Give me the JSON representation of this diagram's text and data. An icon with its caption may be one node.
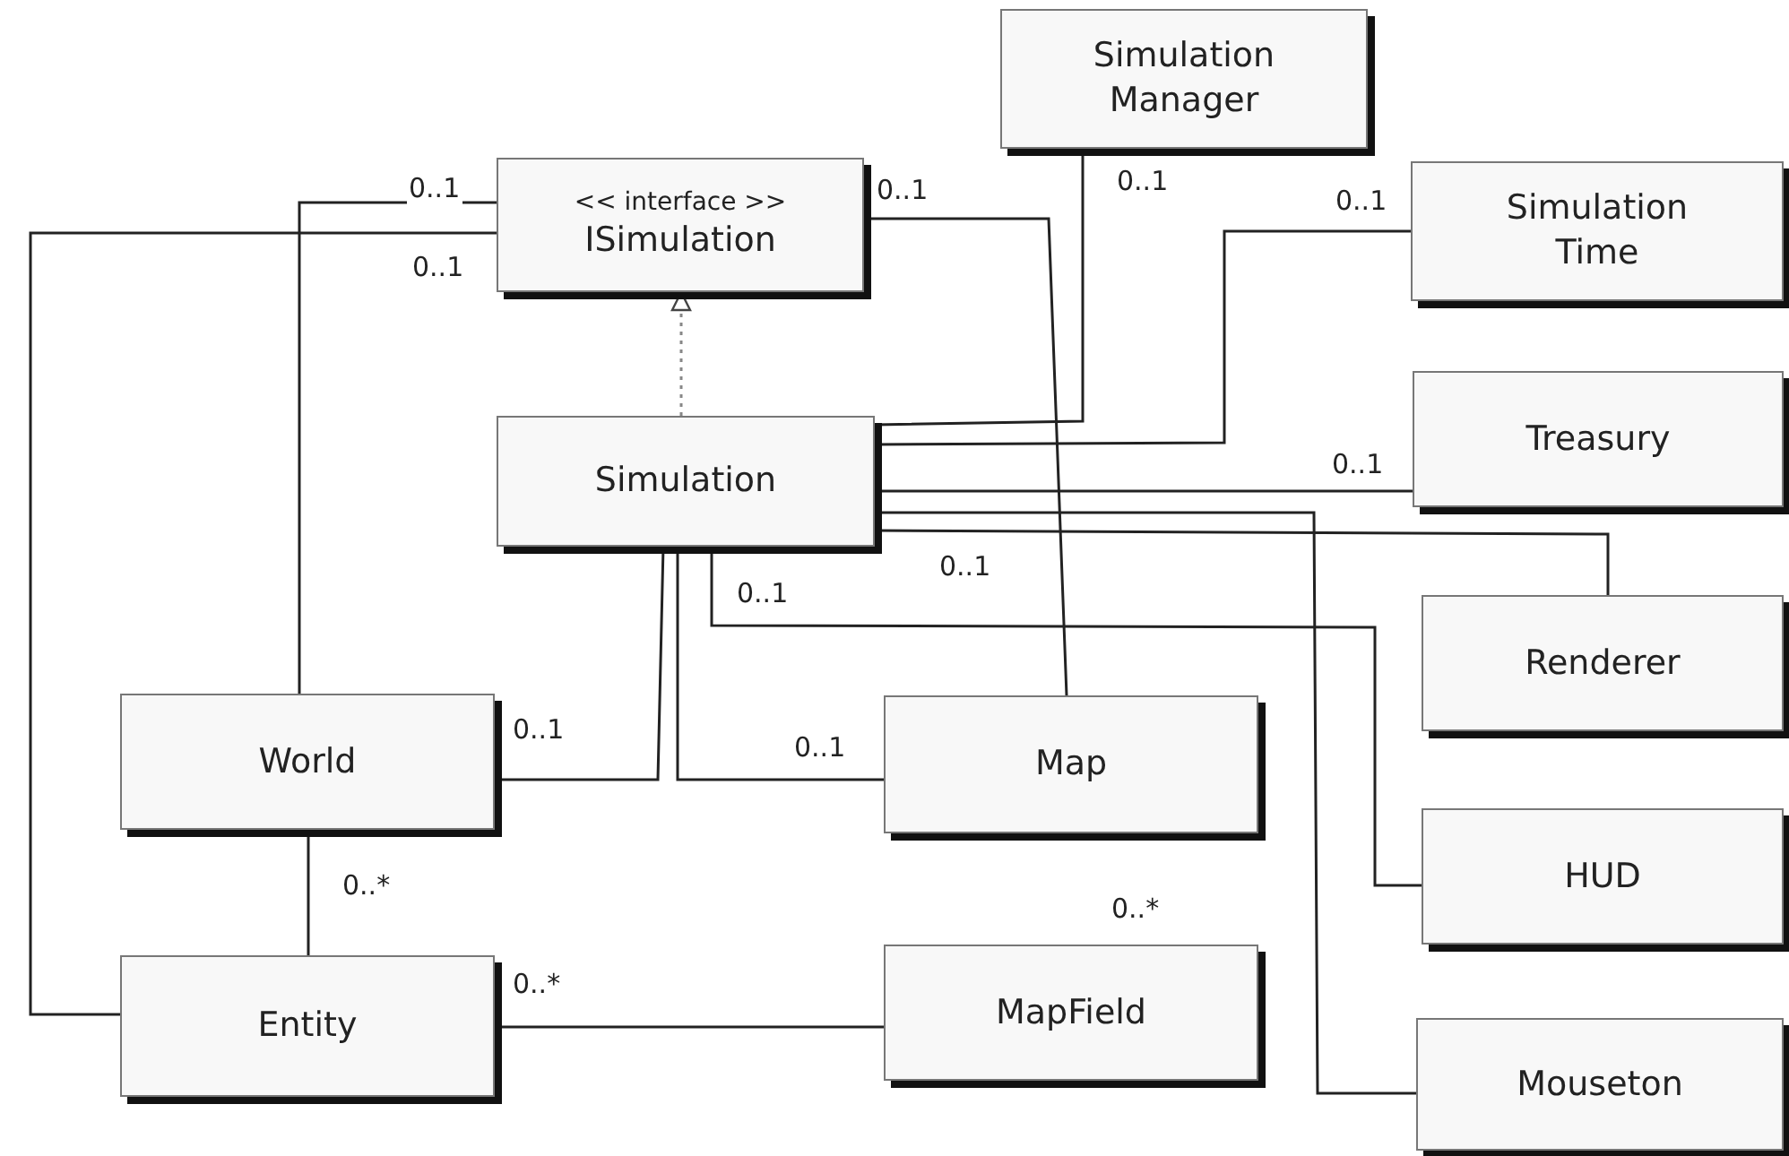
{
  "diagram": {
    "nodes": [
      {
        "text": [
          "<< interface >>",
          "ISimulation"
        ]
      },
      {
        "text": [
          "Simulation Manager"
        ]
      },
      {
        "text": [
          "Simulation Time"
        ]
      },
      {
        "text": [
          "Simulation"
        ]
      },
      {
        "text": [
          "Treasury"
        ]
      },
      {
        "text": [
          "Renderer"
        ]
      },
      {
        "text": [
          "World"
        ]
      },
      {
        "text": [
          "Map"
        ]
      },
      {
        "text": [
          "HUD"
        ]
      },
      {
        "text": [
          "Entity"
        ]
      },
      {
        "text": [
          "MapField"
        ]
      },
      {
        "text": [
          "Mouseton"
        ]
      }
    ],
    "edges": [
      {
        "from": 0,
        "to": 6,
        "arrow": "none",
        "label": "0..1"
      },
      {
        "from": 0,
        "to": 9,
        "arrow": "none",
        "label": "0..1"
      },
      {
        "from": 0,
        "to": 7,
        "arrow": "none",
        "label": "0..1"
      },
      {
        "from": 3,
        "to": 0,
        "arrow": "to",
        "style": "dashed",
        "color": "#888888"
      },
      {
        "from": 3,
        "to": 1,
        "arrow": "none",
        "label": "0..1"
      },
      {
        "from": 3,
        "to": 2,
        "arrow": "none",
        "label": "0..1"
      },
      {
        "from": 3,
        "to": 4,
        "arrow": "none",
        "label": "0..1"
      },
      {
        "from": 3,
        "to": 5,
        "arrow": "none",
        "label": "0..1"
      },
      {
        "from": 3,
        "to": 11,
        "arrow": "none"
      },
      {
        "from": 3,
        "to": 8,
        "arrow": "none",
        "label": "0..1"
      },
      {
        "from": 3,
        "to": 6,
        "arrow": "none",
        "label": "0..1"
      },
      {
        "from": 3,
        "to": 7,
        "arrow": "none",
        "label": "0..1"
      },
      {
        "from": 6,
        "to": 9,
        "arrow": "none",
        "label": "0..*"
      },
      {
        "from": 9,
        "to": 10,
        "arrow": "none",
        "label": "0..*"
      }
    ],
    "labels": [
      "0..*"
    ]
  }
}
